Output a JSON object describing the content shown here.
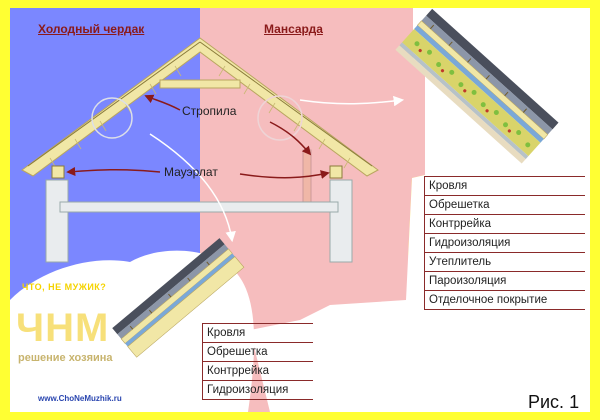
{
  "left_title": "Холодный чердак",
  "right_title": "Мансарда",
  "label_rafters": "Стропила",
  "label_mauerlat": "Мауэрлат",
  "mansard_layers": [
    "Кровля",
    "Обрешетка",
    "Контррейка",
    "Гидроизоляция",
    "Утеплитель",
    "Пароизоляция",
    "Отделочное покрытие"
  ],
  "attic_layers": [
    "Кровля",
    "Обрешетка",
    "Контррейка",
    "Гидроизоляция"
  ],
  "logo": {
    "slogan": "ЧТО, НЕ МУЖИК?",
    "abbr": "ЧНМ",
    "subtitle": "решение хозяина",
    "site": "www.ChoNeMuzhik.ru"
  },
  "figure_label": "Рис. 1",
  "colors": {
    "cold_side": "#7b87ff",
    "warm_side": "#f6bdbe",
    "border": "#ffff33",
    "wood": "#f1e7a6",
    "arrow": "#8a1a1a"
  }
}
